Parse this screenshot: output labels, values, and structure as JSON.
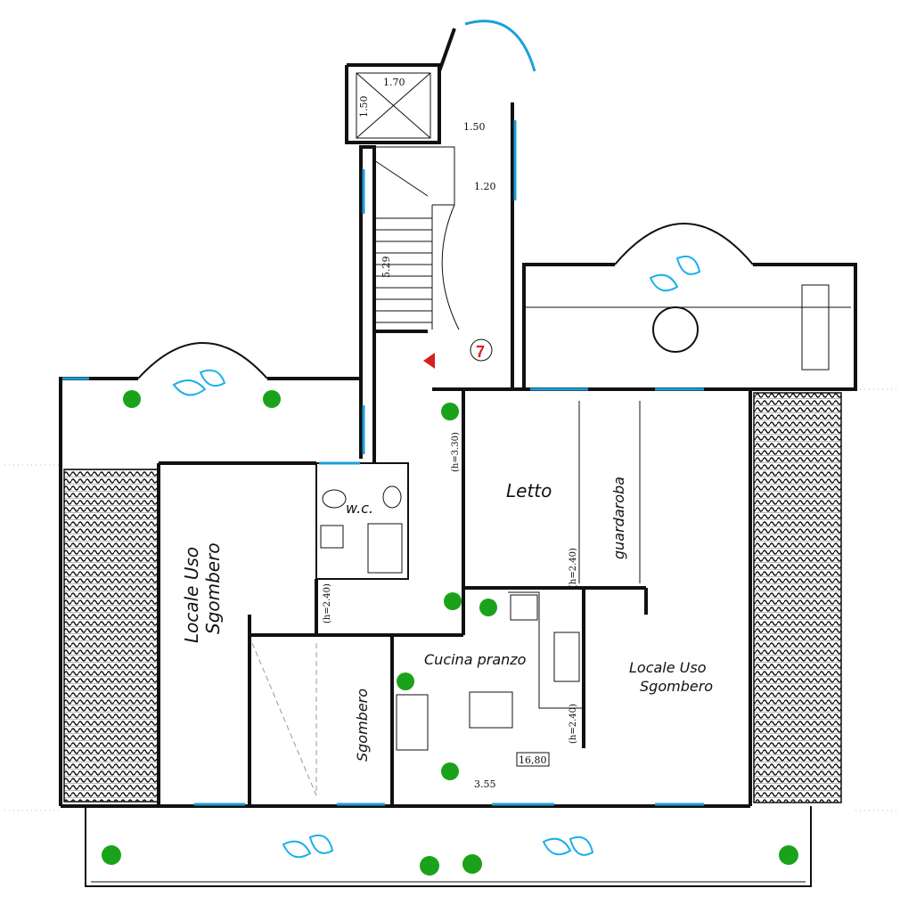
{
  "rooms": {
    "letto": "Letto",
    "guardaroba": "guardaroba",
    "wc": "w.c.",
    "locale_uso_sgombero_left_1": "Locale Uso",
    "locale_uso_sgombero_left_2": "Sgombero",
    "locale_uso_sgombero_right_1": "Locale Uso",
    "locale_uso_sgombero_right_2": "Sgombero",
    "sgombero": "Sgombero",
    "cucina_pranzo": "Cucina pranzo"
  },
  "dimensions": {
    "elevator_width": "1.70",
    "elevator_depth": "1.50",
    "landing_1": "1.50",
    "landing_2": "1.20",
    "stair_length": "5.29",
    "height_letto": "(h=3.30)",
    "height_guardaroba": "(h=2.40)",
    "height_corridor": "(h=2.40)",
    "height_kitchen": "(h=2.40)",
    "kitchen_area": "16,80",
    "kitchen_width": "3.55"
  },
  "markers": {
    "unit_number": "7"
  },
  "colors": {
    "walls": "#111111",
    "windows": "#1e9fd8",
    "plants": "#1aa31a",
    "figures": "#1ab0e8",
    "unit_marker": "#d62020"
  }
}
